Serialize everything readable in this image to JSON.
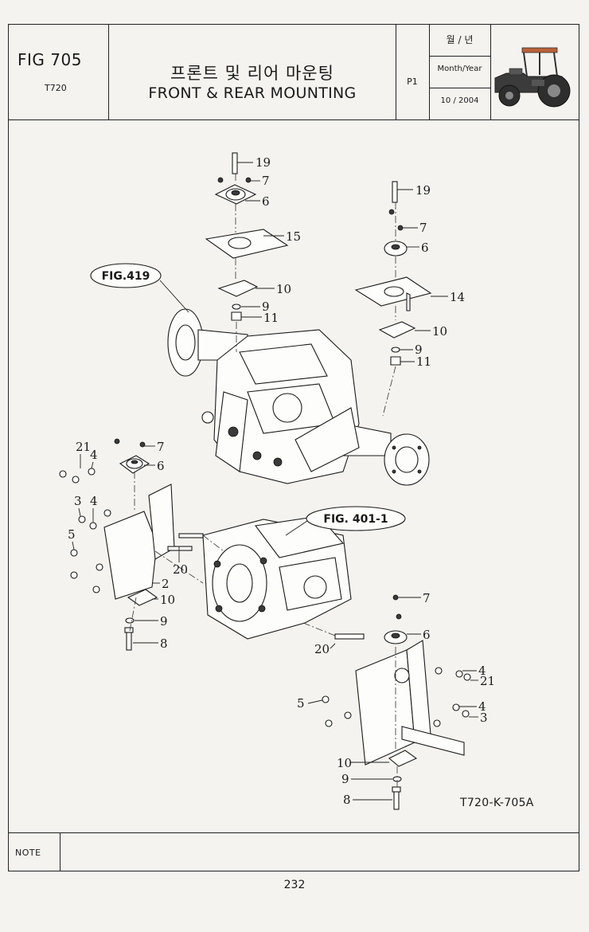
{
  "header": {
    "fig_number": "FIG 705",
    "model": "T720",
    "title_korean": "프론트 및 리어 마운팅",
    "title_english": "FRONT & REAR MOUNTING",
    "page_code": "P1",
    "date_label_korean": "월 / 년",
    "date_label_english": "Month/Year",
    "date_value": "10 / 2004",
    "image_icon": "tractor-icon"
  },
  "diagram": {
    "references": {
      "fig_419": "FIG.419",
      "fig_401_1": "FIG. 401-1"
    },
    "drawing_code": "T720-K-705A",
    "callouts_front_top": [
      "19",
      "7",
      "6",
      "15",
      "10",
      "9",
      "11"
    ],
    "callouts_rear_top": [
      "19",
      "7",
      "6",
      "14",
      "10",
      "9",
      "11"
    ],
    "callouts_front_bottom": [
      "21",
      "4",
      "7",
      "6",
      "3",
      "4",
      "5",
      "20",
      "2",
      "10",
      "9",
      "8"
    ],
    "callouts_rear_bottom": [
      "7",
      "6",
      "20",
      "4",
      "21",
      "5",
      "4",
      "3",
      "10",
      "9",
      "8"
    ]
  },
  "footer": {
    "note_label": "NOTE",
    "page_number": "232"
  }
}
